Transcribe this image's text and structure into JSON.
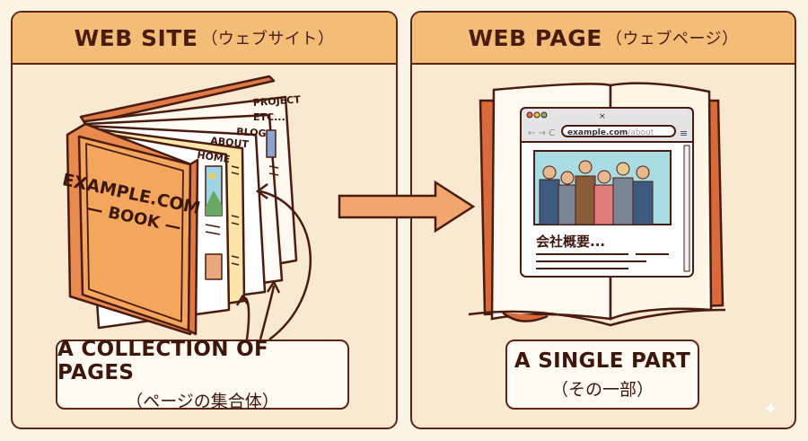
{
  "website_panel": {
    "title": "WEB SITE",
    "title_jp": "（ウェブサイト）",
    "book_title": "EXAMPLE.COM",
    "book_subtitle": "— BOOK —",
    "page_tabs": [
      "HOME",
      "ABOUT",
      "BLOG",
      "ETC...",
      "PROJECT"
    ],
    "caption": "A COLLECTION OF PAGES",
    "caption_jp": "（ページの集合体）"
  },
  "webpage_panel": {
    "title": "WEB PAGE",
    "title_jp": "（ウェブページ）",
    "url_domain": "example.com",
    "url_path": "/about",
    "page_heading": "会社概要...",
    "caption": "A SINGLE PART",
    "caption_jp": "（その一部）"
  },
  "colors": {
    "accent": "#f4bd77",
    "outline": "#5a2416",
    "background": "#f8e9d0",
    "book": "#f0a05a",
    "arrow": "#f2a66f"
  }
}
